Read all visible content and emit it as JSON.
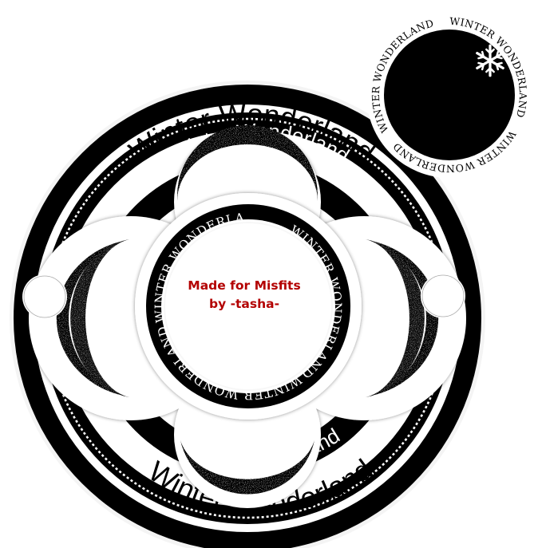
{
  "main_ring": {
    "outer_script_text": "Winter Wonderland",
    "inner_script_text": "Winter Wonderland",
    "inner_serif_text": "WINTER WONDERLAND"
  },
  "small_circle": {
    "ring_text": "WINTER WONDERLAND",
    "ornament": "snowflake-icon"
  },
  "credit": {
    "line1": "Made for Misfits",
    "line2": "by -tasha-"
  },
  "colors": {
    "ink": "#000000",
    "paper": "#ffffff",
    "credit": "#b30000"
  }
}
